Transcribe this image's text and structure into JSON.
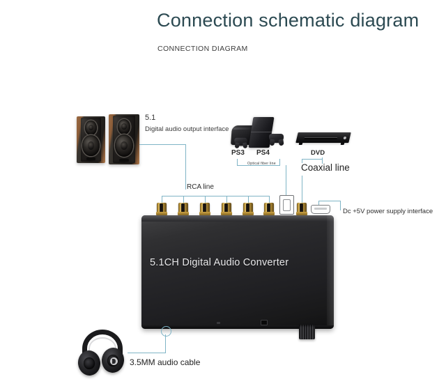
{
  "header": {
    "title": "Connection schematic diagram",
    "subtitle": "CONNECTION DIAGRAM",
    "title_color": "#2c4a52"
  },
  "theme": {
    "background": "#ffffff",
    "connector_line_color": "#7fb4c6",
    "label_text_color": "#2f2f2f",
    "gold_jack_color": "#d8b65a",
    "device_body_color": "#27272a"
  },
  "labels": {
    "speakers_channel": "5.1",
    "speakers_desc": "Digital audio output interface",
    "ps3": "PS3",
    "ps4": "PS4",
    "dvd": "DVD",
    "optical_line": "Optical fiber line",
    "coaxial_line": "Coaxial line",
    "rca_line": "RCA line",
    "dc_power": "Dc +5V power supply interface",
    "aux_cable": "3.5MM audio cable"
  },
  "device": {
    "brand_text": "5.1CH Digital Audio Converter",
    "rca_jack_count": 6,
    "ports": [
      "rca-jack",
      "rca-jack",
      "rca-jack",
      "rca-jack",
      "rca-jack",
      "rca-jack",
      "optical-toslink-port",
      "coaxial-jack",
      "micro-usb-power-port",
      "headphone-3.5mm-jack",
      "volume-knob"
    ]
  },
  "sources": [
    {
      "name": "speakers",
      "label": "5.1",
      "connection": "RCA line"
    },
    {
      "name": "ps3",
      "label": "PS3",
      "connection": "Optical fiber line"
    },
    {
      "name": "ps4",
      "label": "PS4",
      "connection": "Optical fiber line"
    },
    {
      "name": "dvd",
      "label": "DVD",
      "connection": "Coaxial line"
    },
    {
      "name": "headphones",
      "label": "3.5MM audio cable",
      "connection": "3.5MM audio cable"
    }
  ]
}
